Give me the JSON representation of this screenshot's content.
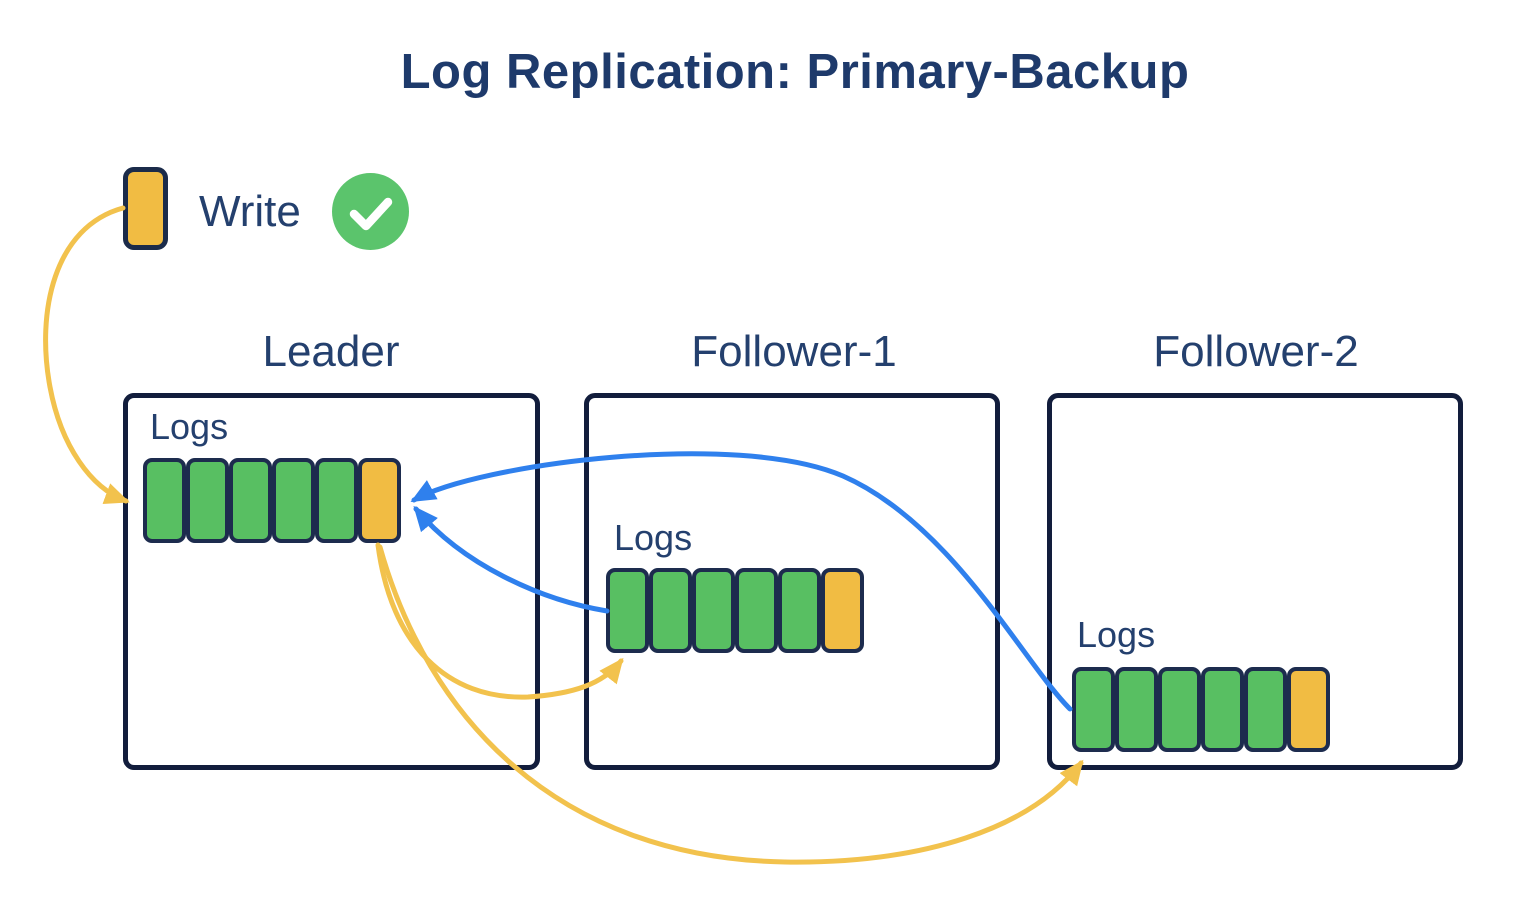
{
  "title": "Log Replication: Primary-Backup",
  "write": {
    "label": "Write",
    "entry_color": "yellow",
    "status_icon": "check-circle-icon"
  },
  "nodes": [
    {
      "id": "leader",
      "label": "Leader",
      "logs_label": "Logs",
      "cells": [
        "green",
        "green",
        "green",
        "green",
        "green",
        "yellow"
      ]
    },
    {
      "id": "follower-1",
      "label": "Follower-1",
      "logs_label": "Logs",
      "cells": [
        "green",
        "green",
        "green",
        "green",
        "green",
        "yellow"
      ]
    },
    {
      "id": "follower-2",
      "label": "Follower-2",
      "logs_label": "Logs",
      "cells": [
        "green",
        "green",
        "green",
        "green",
        "green",
        "yellow"
      ]
    }
  ],
  "edges": [
    {
      "from": "write",
      "to": "leader-logs",
      "color": "#F2C24D",
      "style": "curved-arrow"
    },
    {
      "from": "leader-logs",
      "to": "follower-1-logs",
      "color": "#F2C24D",
      "style": "curved-arrow"
    },
    {
      "from": "leader-logs",
      "to": "follower-2-logs",
      "color": "#F2C24D",
      "style": "curved-arrow"
    },
    {
      "from": "follower-1-logs",
      "to": "leader-logs",
      "color": "#2F80ED",
      "style": "curved-arrow"
    },
    {
      "from": "follower-2-logs",
      "to": "leader-logs",
      "color": "#2F80ED",
      "style": "curved-arrow"
    }
  ],
  "colors": {
    "background": "#FFFFFF",
    "navy_text": "#24406E",
    "title_navy": "#1E3A6B",
    "box_border": "#121D3C",
    "cell_border": "#1D2C4E",
    "green_cell": "#58BF62",
    "yellow_cell": "#F1BC43",
    "yellow_arrow": "#F2C24D",
    "blue_arrow": "#2F80ED",
    "check_green": "#5BC46C"
  }
}
